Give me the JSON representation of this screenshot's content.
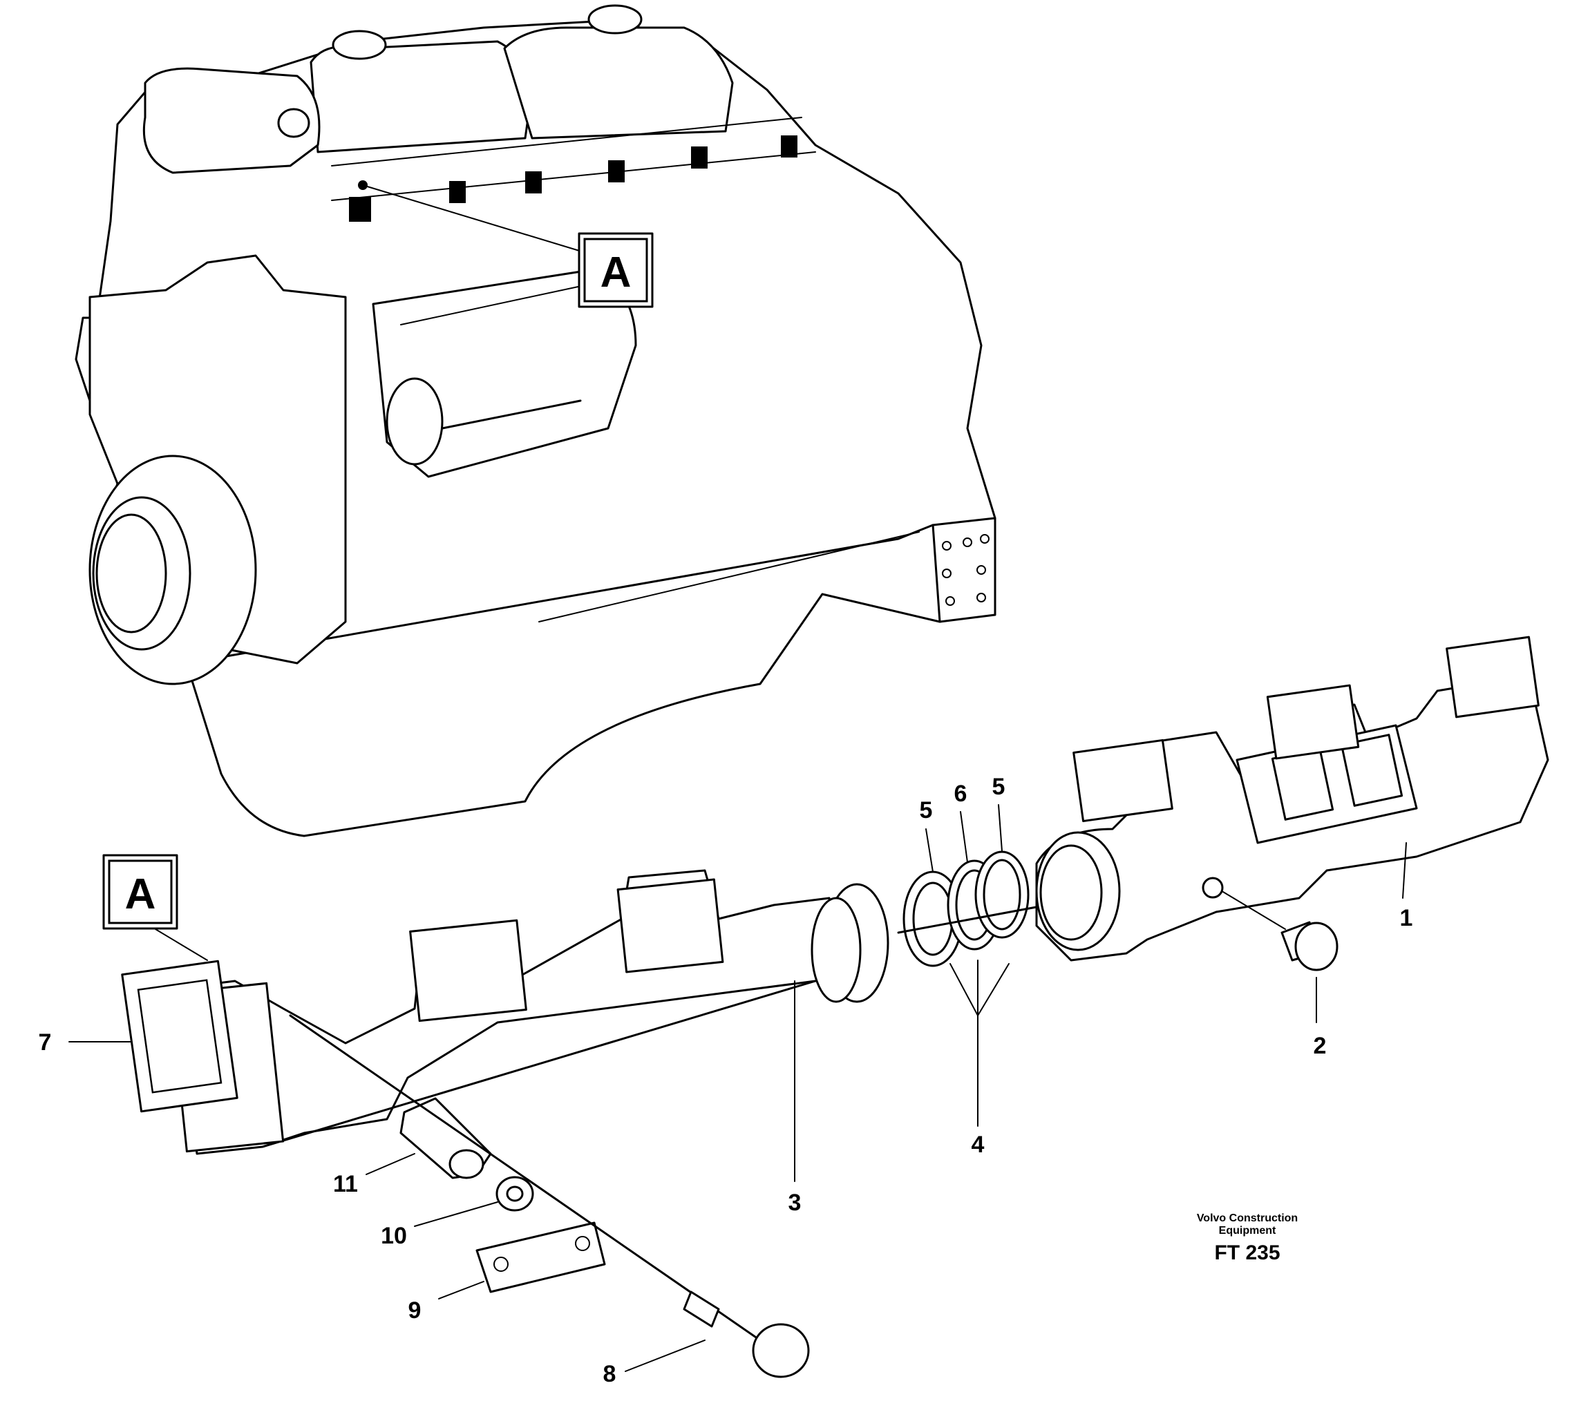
{
  "diagram": {
    "detail_marker": "A",
    "callouts": [
      "1",
      "2",
      "3",
      "4",
      "5",
      "6",
      "5",
      "7",
      "8",
      "9",
      "10",
      "11"
    ],
    "credit": {
      "line1": "Volvo Construction",
      "line2": "Equipment",
      "code": "FT 235"
    }
  },
  "colors": {
    "ink": "#000000",
    "paper": "#ffffff"
  }
}
